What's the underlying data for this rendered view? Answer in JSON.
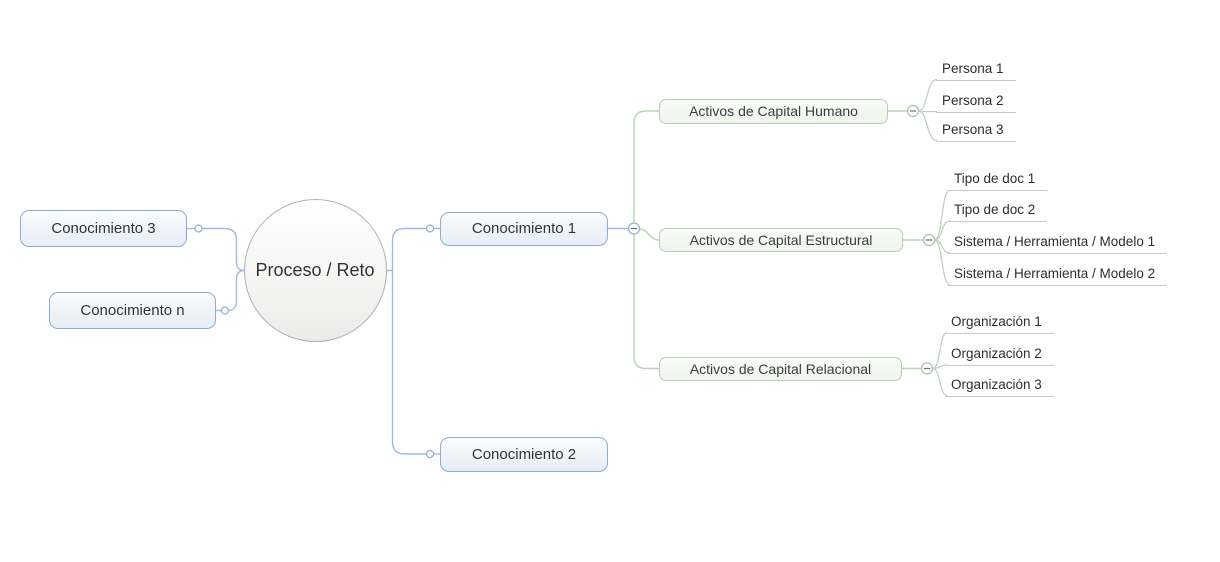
{
  "mindmap": {
    "root": {
      "label": "Proceso / Reto"
    },
    "left": [
      {
        "label": "Conocimiento 3"
      },
      {
        "label": "Conocimiento n"
      }
    ],
    "right": [
      {
        "label": "Conocimiento 1",
        "children": [
          {
            "label": "Activos de Capital Humano",
            "children": [
              {
                "label": "Persona 1"
              },
              {
                "label": "Persona 2"
              },
              {
                "label": "Persona 3"
              }
            ]
          },
          {
            "label": "Activos de Capital Estructural",
            "children": [
              {
                "label": "Tipo de doc 1"
              },
              {
                "label": "Tipo de doc 2"
              },
              {
                "label": "Sistema / Herramienta / Modelo 1"
              },
              {
                "label": "Sistema / Herramienta / Modelo 2"
              }
            ]
          },
          {
            "label": "Activos de Capital Relacional",
            "children": [
              {
                "label": "Organización 1"
              },
              {
                "label": "Organización 2"
              },
              {
                "label": "Organización 3"
              }
            ]
          }
        ]
      },
      {
        "label": "Conocimiento 2"
      }
    ]
  },
  "icons": {
    "collapse": "minus-circle-icon",
    "handle": "circle-handle-icon"
  },
  "colors": {
    "background": "#ffffff",
    "blue_border": "#8aadd1",
    "blue_fill": "#e7eef7",
    "blue_line": "#9fbcdc",
    "green_border": "#b5cfb2",
    "green_fill": "#eff5ed",
    "green_line": "#b9d2b4",
    "leaf_line": "#c5ccc5",
    "root_border": "#b0b0b0",
    "text": "#333333"
  }
}
